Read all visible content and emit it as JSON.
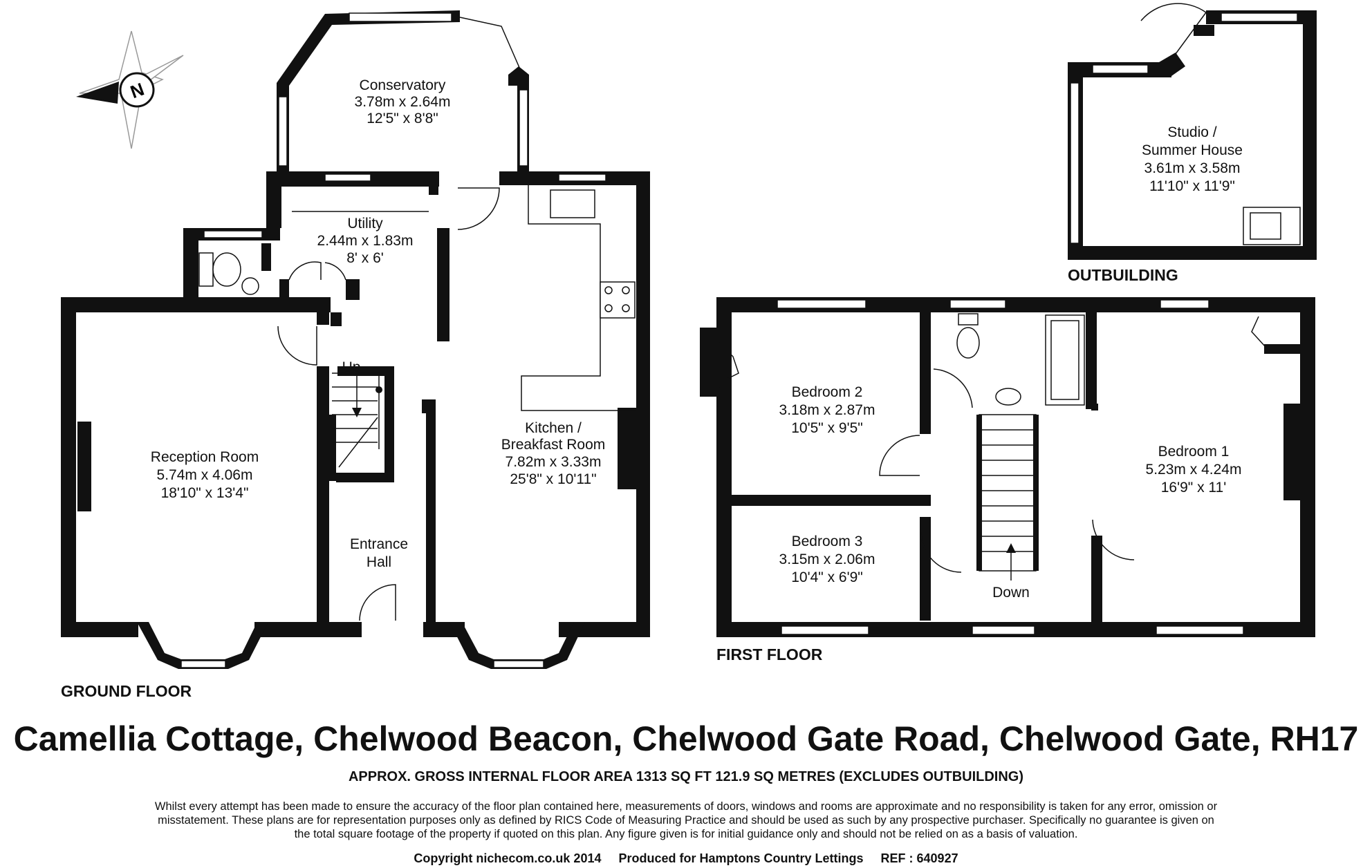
{
  "compass": {
    "label": "N"
  },
  "floors": {
    "ground": "GROUND FLOOR",
    "first": "FIRST FLOOR",
    "outbuilding": "OUTBUILDING"
  },
  "rooms": {
    "conservatory": {
      "name": "Conservatory",
      "metric": "3.78m x 2.64m",
      "imperial": "12'5\" x 8'8\""
    },
    "utility": {
      "name": "Utility",
      "metric": "2.44m x 1.83m",
      "imperial": "8' x 6'"
    },
    "reception": {
      "name": "Reception Room",
      "metric": "5.74m x 4.06m",
      "imperial": "18'10\" x 13'4\""
    },
    "kitchen": {
      "name1": "Kitchen /",
      "name2": "Breakfast Room",
      "metric": "7.82m x 3.33m",
      "imperial": "25'8\" x 10'11\""
    },
    "hall": {
      "name1": "Entrance",
      "name2": "Hall"
    },
    "bedroom2": {
      "name": "Bedroom 2",
      "metric": "3.18m x 2.87m",
      "imperial": "10'5\" x 9'5\""
    },
    "bedroom3": {
      "name": "Bedroom 3",
      "metric": "3.15m x 2.06m",
      "imperial": "10'4\" x 6'9\""
    },
    "bedroom1": {
      "name": "Bedroom 1",
      "metric": "5.23m x 4.24m",
      "imperial": "16'9\" x 11'"
    },
    "studio": {
      "name1": "Studio /",
      "name2": "Summer House",
      "metric": "3.61m x 3.58m",
      "imperial": "11'10\" x 11'9\""
    }
  },
  "stairs": {
    "up": "Up",
    "down": "Down"
  },
  "title": "Camellia Cottage, Chelwood Beacon, Chelwood Gate Road, Chelwood Gate, RH17",
  "area_text": "APPROX. GROSS INTERNAL FLOOR AREA 1313 SQ FT 121.9 SQ METRES (EXCLUDES OUTBUILDING)",
  "disclaimer": "Whilst every attempt has been made to ensure the accuracy of the floor plan contained here, measurements of doors, windows and rooms are approximate and no responsibility is taken for any error, omission or misstatement. These plans are for representation purposes only as defined by RICS Code of Measuring Practice and should be used as such by any prospective purchaser. Specifically no guarantee is given on the total square footage of the property if quoted on this plan. Any figure given is for initial guidance only and should not be relied on as a basis of valuation.",
  "footer": {
    "copyright": "Copyright nichecom.co.uk 2014",
    "produced": "Produced for Hamptons Country Lettings",
    "ref": "REF : 640927"
  }
}
